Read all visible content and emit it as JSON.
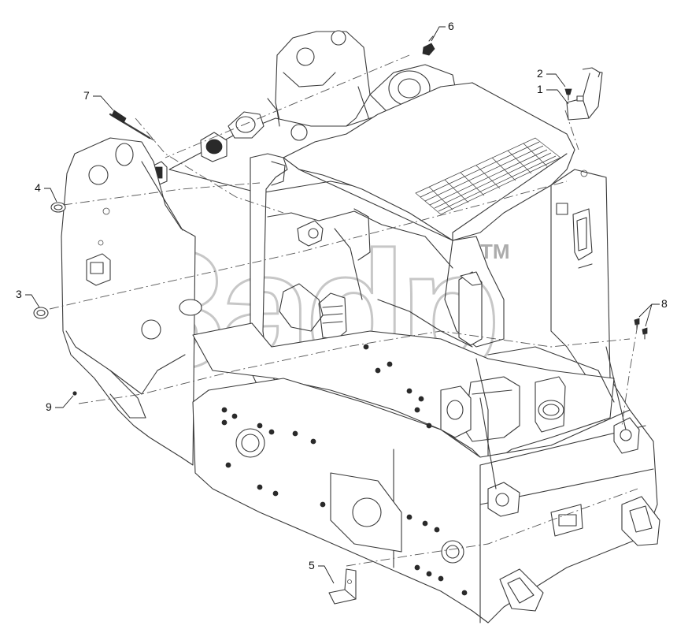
{
  "callouts": [
    {
      "id": "1",
      "label": "1"
    },
    {
      "id": "2",
      "label": "2"
    },
    {
      "id": "3",
      "label": "3"
    },
    {
      "id": "4",
      "label": "4"
    },
    {
      "id": "5",
      "label": "5"
    },
    {
      "id": "6",
      "label": "6"
    },
    {
      "id": "7",
      "label": "7"
    },
    {
      "id": "8",
      "label": "8"
    },
    {
      "id": "9",
      "label": "9"
    }
  ],
  "watermark": {
    "text": "3adp",
    "tm": "TM"
  },
  "colors": {
    "line": "#3a3a3a",
    "background": "#ffffff",
    "watermark": "#9a9a9a"
  }
}
